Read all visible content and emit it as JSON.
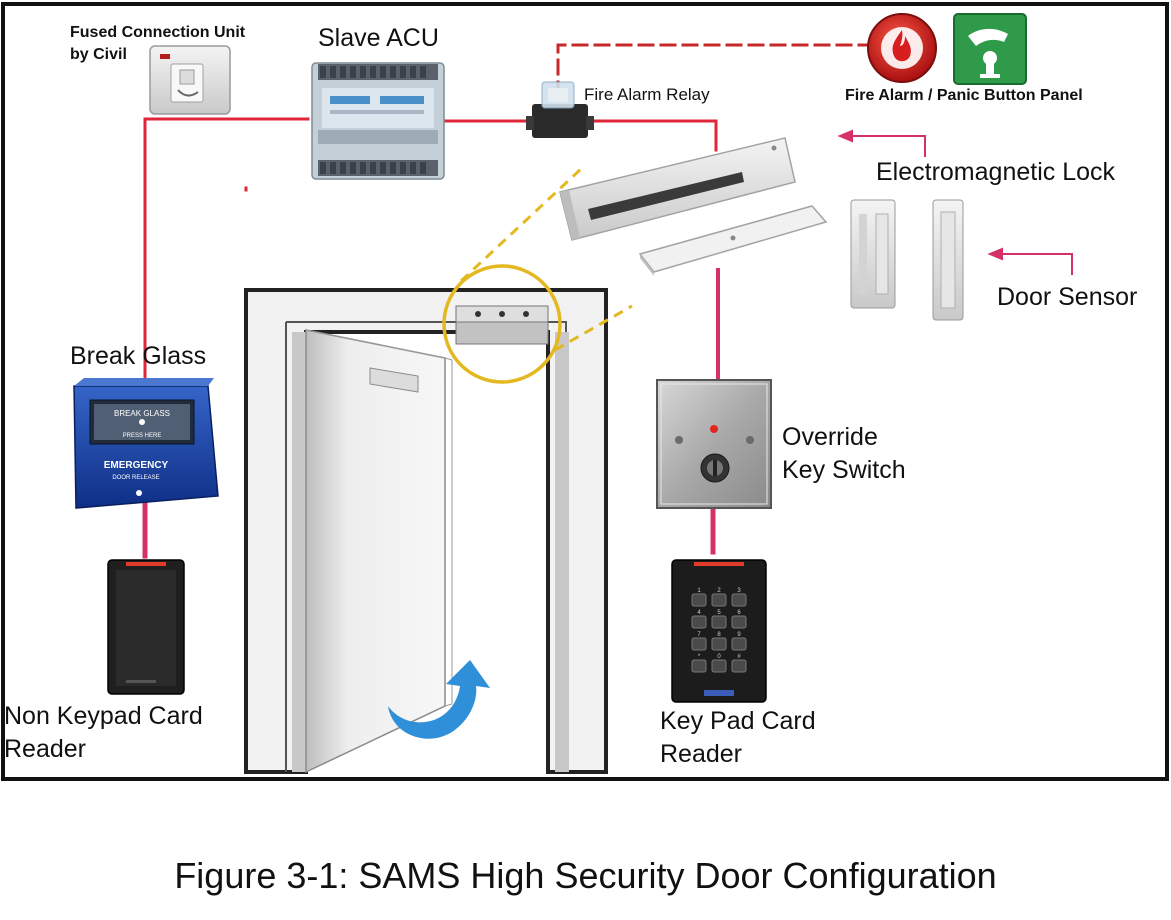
{
  "diagram": {
    "labels": {
      "fused_connection_unit": [
        "Fused Connection Unit",
        "by Civil"
      ],
      "slave_acu": "Slave ACU",
      "fire_alarm_relay": "Fire Alarm Relay",
      "fire_alarm_panel": "Fire Alarm / Panic Button Panel",
      "electromagnetic_lock": "Electromagnetic Lock",
      "door_sensor": "Door Sensor",
      "break_glass": "Break Glass",
      "override_key_switch": [
        "Override",
        "Key Switch"
      ],
      "non_keypad_card_reader": [
        "Non Keypad Card",
        "Reader"
      ],
      "key_pad_card_reader": [
        "Key Pad Card",
        "Reader"
      ]
    },
    "device_text": {
      "break_glass_top": "BREAK GLASS",
      "break_glass_press": "PRESS HERE",
      "break_glass_emergency": "EMERGENCY",
      "break_glass_release": "DOOR RELEASE"
    },
    "keypad_keys": [
      "1",
      "2",
      "3",
      "4",
      "5",
      "6",
      "7",
      "8",
      "9",
      "*",
      "0",
      "#"
    ],
    "colors": {
      "wire": "#e0263a",
      "pink_wire": "#d6306a",
      "arrow": "#d6306a",
      "dashed_wire": "#c62828",
      "highlight_circle": "#e4b820",
      "door_arrow": "#2f8fd8",
      "fire_red": "#d81e1e",
      "panic_green": "#2e9a4a",
      "break_glass_blue": "#1b46a8"
    }
  },
  "caption": "Figure 3-1: SAMS High Security Door Configuration"
}
